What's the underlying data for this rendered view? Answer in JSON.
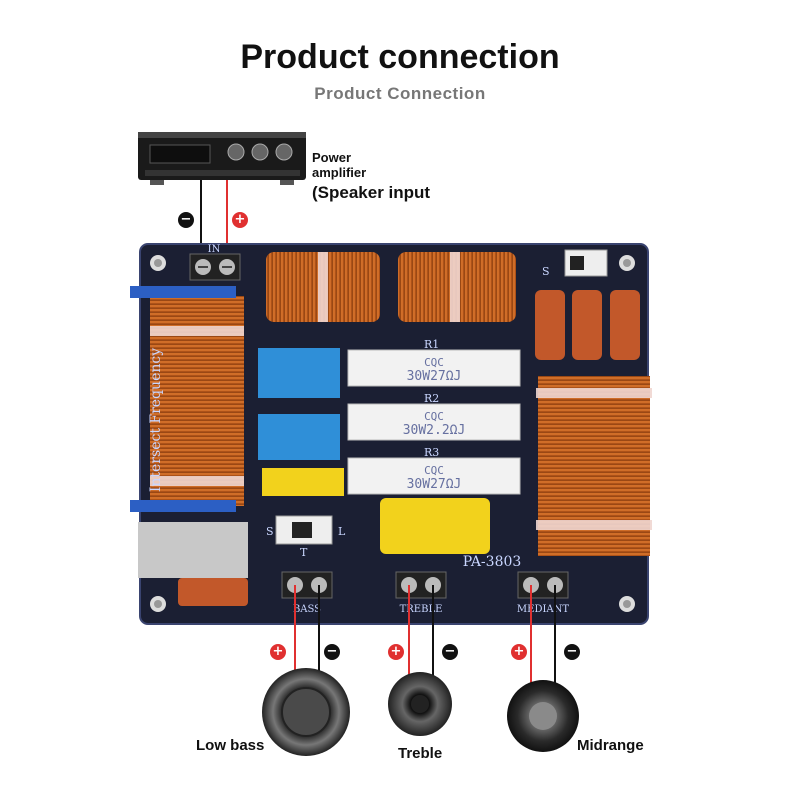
{
  "header": {
    "title": "Product connection",
    "subtitle": "Product Connection"
  },
  "amplifier": {
    "label_line1": "Power",
    "label_line2": "amplifier",
    "label_line3": "(Speaker input"
  },
  "board": {
    "model": "PA-3803",
    "side_text": "Intersect Frequency",
    "resistors": [
      {
        "ref": "R1",
        "marking": "CQC",
        "value": "30W27ΩJ"
      },
      {
        "ref": "R2",
        "marking": "CQC",
        "value": "30W2.2ΩJ"
      },
      {
        "ref": "R3",
        "marking": "CQC",
        "value": "30W27ΩJ"
      }
    ],
    "terminals": {
      "input": "IN",
      "bass": "BASS",
      "treble": "TREBLE",
      "mediant": "MEDIANT"
    },
    "switch_labels": {
      "s": "S",
      "t": "T",
      "l": "L"
    }
  },
  "speakers": [
    {
      "name": "Low bass"
    },
    {
      "name": "Treble"
    },
    {
      "name": "Midrange"
    }
  ],
  "polarity": {
    "positive": "+",
    "negative": "−"
  },
  "colors": {
    "board": "#1b1f33",
    "coil_copper": "#c9641f",
    "capacitor_blue": "#2f8fd8",
    "capacitor_yellow": "#f2d21c",
    "resistor_white": "#f2f2f2",
    "positive_wire": "#e03030",
    "negative_wire": "#111111"
  }
}
